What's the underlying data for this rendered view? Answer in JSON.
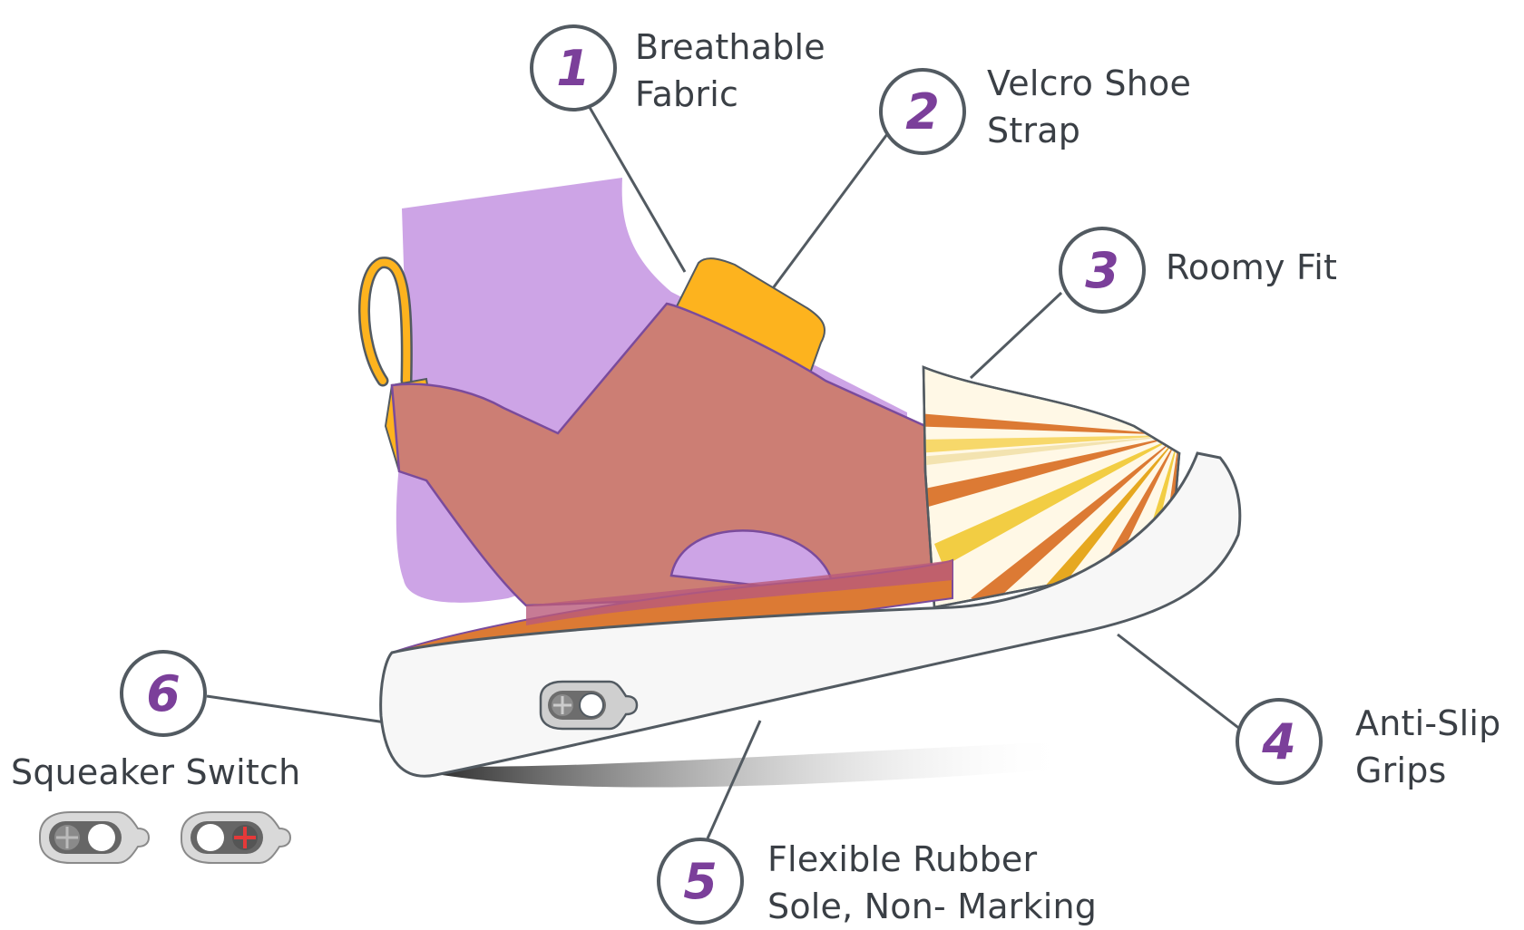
{
  "callouts": [
    {
      "number": "1",
      "lines": [
        "Breathable",
        "Fabric"
      ]
    },
    {
      "number": "2",
      "lines": [
        "Velcro Shoe",
        "Strap"
      ]
    },
    {
      "number": "3",
      "lines": [
        "Roomy Fit"
      ]
    },
    {
      "number": "4",
      "lines": [
        "Anti-Slip",
        "Grips"
      ]
    },
    {
      "number": "5",
      "lines": [
        "Flexible Rubber",
        "Sole, Non- Marking"
      ]
    },
    {
      "number": "6",
      "lines": [
        "Squeaker Switch"
      ]
    }
  ],
  "colors": {
    "sock": "#cda4e6",
    "upper": "#cc7e74",
    "strap": "#fdb31e",
    "insole": "#dc7a34",
    "sole": "#f7f7f7",
    "outline": "#525a61",
    "number": "#7b3f9a",
    "text": "#3a3f45"
  }
}
